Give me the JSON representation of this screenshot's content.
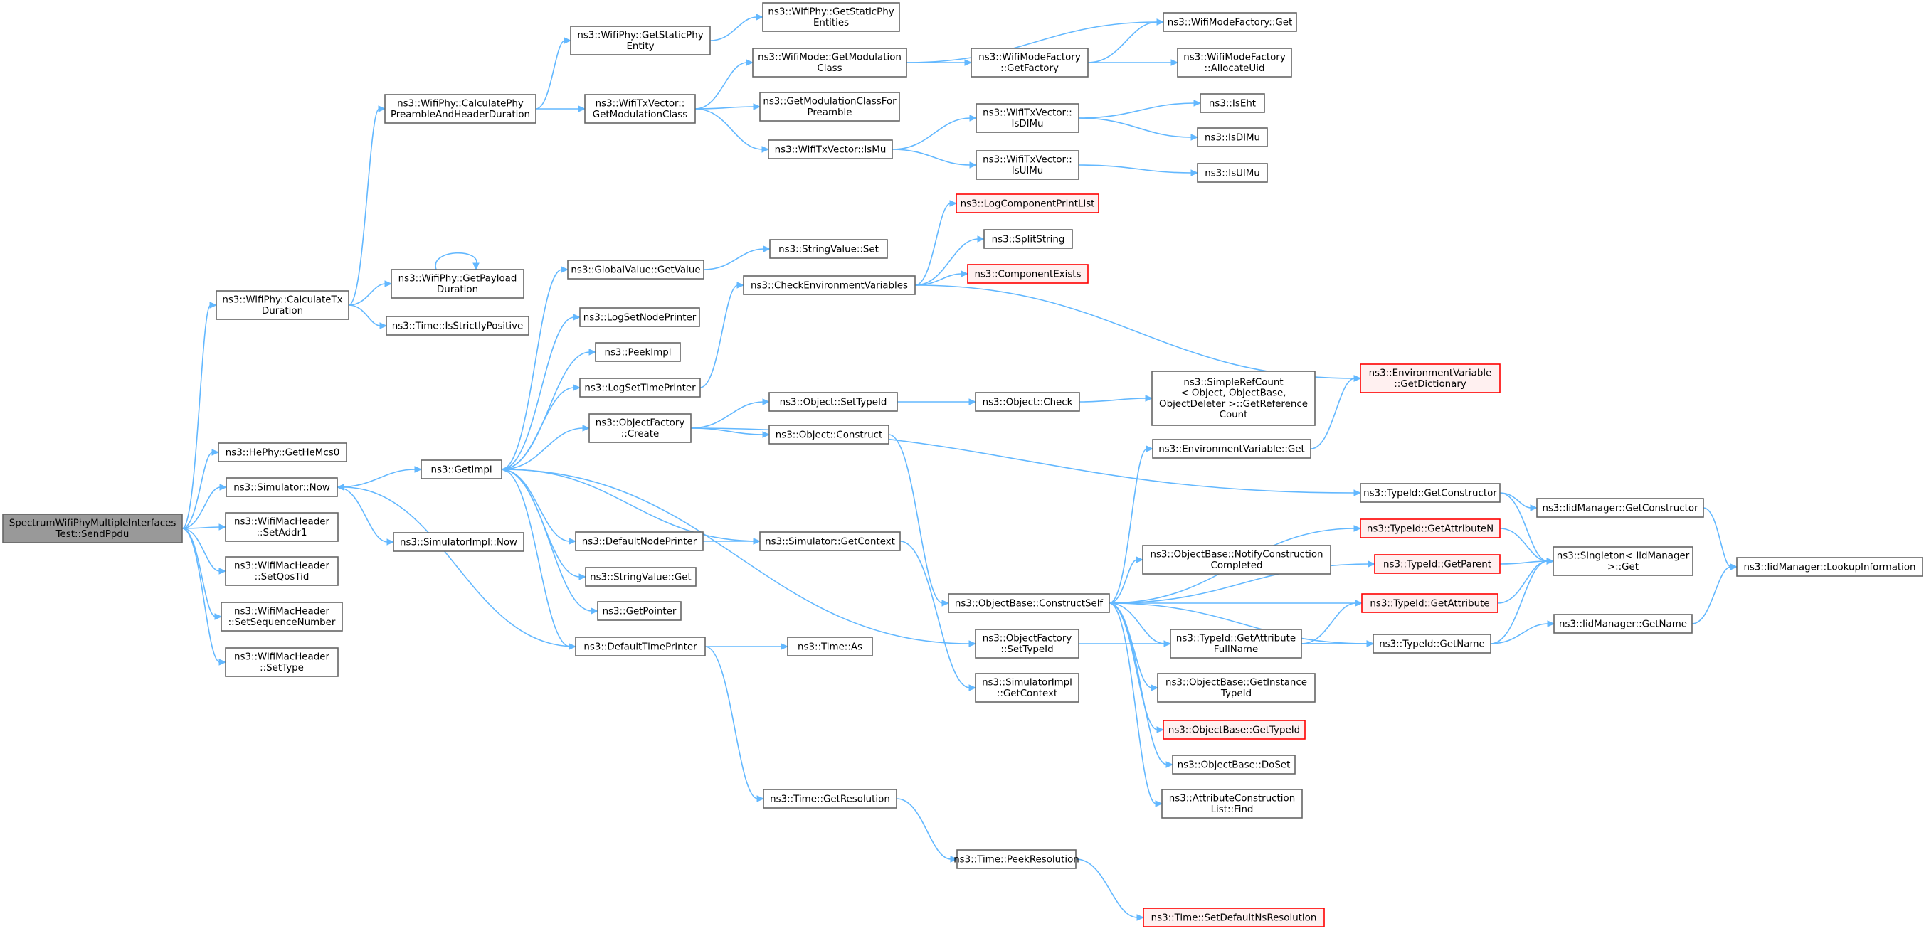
{
  "diagram": {
    "nodes": [
      {
        "id": "root",
        "lines": [
          "SpectrumWifiPhyMultipleInterfaces",
          "Test::SendPpdu"
        ],
        "style": "root"
      },
      {
        "id": "calcTx",
        "lines": [
          "ns3::WifiPhy::CalculateTx",
          "Duration"
        ]
      },
      {
        "id": "calcPre",
        "lines": [
          "ns3::WifiPhy::CalculatePhy",
          "PreambleAndHeaderDuration"
        ]
      },
      {
        "id": "getStaticPhyEnt",
        "lines": [
          "ns3::WifiPhy::GetStaticPhy",
          "Entity"
        ]
      },
      {
        "id": "getStaticPhyEnts",
        "lines": [
          "ns3::WifiPhy::GetStaticPhy",
          "Entities"
        ]
      },
      {
        "id": "txvGetModClass",
        "lines": [
          "ns3::WifiTxVector::",
          "GetModulationClass"
        ]
      },
      {
        "id": "modeGetModClass",
        "lines": [
          "ns3::WifiMode::GetModulation",
          "Class"
        ]
      },
      {
        "id": "getModClassForPre",
        "lines": [
          "ns3::GetModulationClassFor",
          "Preamble"
        ]
      },
      {
        "id": "txvIsMu",
        "lines": [
          "ns3::WifiTxVector::IsMu"
        ]
      },
      {
        "id": "factGetFactory",
        "lines": [
          "ns3::WifiModeFactory",
          "::GetFactory"
        ]
      },
      {
        "id": "factGet",
        "lines": [
          "ns3::WifiModeFactory::Get"
        ]
      },
      {
        "id": "factAlloc",
        "lines": [
          "ns3::WifiModeFactory",
          "::AllocateUid"
        ]
      },
      {
        "id": "txvIsDlMu",
        "lines": [
          "ns3::WifiTxVector::",
          "IsDlMu"
        ]
      },
      {
        "id": "txvIsUlMu",
        "lines": [
          "ns3::WifiTxVector::",
          "IsUlMu"
        ]
      },
      {
        "id": "isEht",
        "lines": [
          "ns3::IsEht"
        ]
      },
      {
        "id": "isDlMu",
        "lines": [
          "ns3::IsDlMu"
        ]
      },
      {
        "id": "isUlMu",
        "lines": [
          "ns3::IsUlMu"
        ]
      },
      {
        "id": "getPayload",
        "lines": [
          "ns3::WifiPhy::GetPayload",
          "Duration"
        ]
      },
      {
        "id": "isStrictPos",
        "lines": [
          "ns3::Time::IsStrictlyPositive"
        ]
      },
      {
        "id": "heMcs",
        "lines": [
          "ns3::HePhy::GetHeMcs0"
        ]
      },
      {
        "id": "simNow",
        "lines": [
          "ns3::Simulator::Now"
        ]
      },
      {
        "id": "setAddr1",
        "lines": [
          "ns3::WifiMacHeader",
          "::SetAddr1"
        ]
      },
      {
        "id": "setQos",
        "lines": [
          "ns3::WifiMacHeader",
          "::SetQosTid"
        ]
      },
      {
        "id": "setSeq",
        "lines": [
          "ns3::WifiMacHeader",
          "::SetSequenceNumber"
        ]
      },
      {
        "id": "setType",
        "lines": [
          "ns3::WifiMacHeader",
          "::SetType"
        ]
      },
      {
        "id": "simImplNow",
        "lines": [
          "ns3::SimulatorImpl::Now"
        ]
      },
      {
        "id": "getImpl",
        "lines": [
          "ns3::GetImpl"
        ]
      },
      {
        "id": "gvGetValue",
        "lines": [
          "ns3::GlobalValue::GetValue"
        ]
      },
      {
        "id": "svSet",
        "lines": [
          "ns3::StringValue::Set"
        ]
      },
      {
        "id": "logSetNode",
        "lines": [
          "ns3::LogSetNodePrinter"
        ]
      },
      {
        "id": "peekImpl",
        "lines": [
          "ns3::PeekImpl"
        ]
      },
      {
        "id": "logSetTime",
        "lines": [
          "ns3::LogSetTimePrinter"
        ]
      },
      {
        "id": "ofCreate",
        "lines": [
          "ns3::ObjectFactory",
          "::Create"
        ]
      },
      {
        "id": "defNodePrinter",
        "lines": [
          "ns3::DefaultNodePrinter"
        ]
      },
      {
        "id": "svGet",
        "lines": [
          "ns3::StringValue::Get"
        ]
      },
      {
        "id": "getPointer",
        "lines": [
          "ns3::GetPointer"
        ]
      },
      {
        "id": "defTimePrinter",
        "lines": [
          "ns3::DefaultTimePrinter"
        ]
      },
      {
        "id": "checkEnv",
        "lines": [
          "ns3::CheckEnvironmentVariables"
        ]
      },
      {
        "id": "logCompPrint",
        "lines": [
          "ns3::LogComponentPrintList"
        ],
        "style": "warn"
      },
      {
        "id": "splitString",
        "lines": [
          "ns3::SplitString"
        ]
      },
      {
        "id": "compExists",
        "lines": [
          "ns3::ComponentExists"
        ],
        "style": "warn"
      },
      {
        "id": "objSetTypeId",
        "lines": [
          "ns3::Object::SetTypeId"
        ]
      },
      {
        "id": "objConstruct",
        "lines": [
          "ns3::Object::Construct"
        ]
      },
      {
        "id": "simGetContext",
        "lines": [
          "ns3::Simulator::GetContext"
        ]
      },
      {
        "id": "timeAs",
        "lines": [
          "ns3::Time::As"
        ]
      },
      {
        "id": "timeGetRes",
        "lines": [
          "ns3::Time::GetResolution"
        ]
      },
      {
        "id": "timePeekRes",
        "lines": [
          "ns3::Time::PeekResolution"
        ]
      },
      {
        "id": "timeSetDefNs",
        "lines": [
          "ns3::Time::SetDefaultNsResolution"
        ],
        "style": "warn"
      },
      {
        "id": "objCheck",
        "lines": [
          "ns3::Object::Check"
        ]
      },
      {
        "id": "simpleRef",
        "lines": [
          "ns3::SimpleRefCount",
          "< Object, ObjectBase,",
          "ObjectDeleter >::GetReference",
          "Count"
        ]
      },
      {
        "id": "obConstructSelf",
        "lines": [
          "ns3::ObjectBase::ConstructSelf"
        ]
      },
      {
        "id": "ofSetTypeId",
        "lines": [
          "ns3::ObjectFactory",
          "::SetTypeId"
        ]
      },
      {
        "id": "simImplGetContext",
        "lines": [
          "ns3::SimulatorImpl",
          "::GetContext"
        ]
      },
      {
        "id": "envGet",
        "lines": [
          "ns3::EnvironmentVariable::Get"
        ]
      },
      {
        "id": "envGetDict",
        "lines": [
          "ns3::EnvironmentVariable",
          "::GetDictionary"
        ],
        "style": "warn"
      },
      {
        "id": "obNotify",
        "lines": [
          "ns3::ObjectBase::NotifyConstruction",
          "Completed"
        ]
      },
      {
        "id": "tidGetAttrFull",
        "lines": [
          "ns3::TypeId::GetAttribute",
          "FullName"
        ]
      },
      {
        "id": "obGetInstTid",
        "lines": [
          "ns3::ObjectBase::GetInstance",
          "TypeId"
        ]
      },
      {
        "id": "obGetTid",
        "lines": [
          "ns3::ObjectBase::GetTypeId"
        ],
        "style": "warn"
      },
      {
        "id": "obDoSet",
        "lines": [
          "ns3::ObjectBase::DoSet"
        ]
      },
      {
        "id": "acFind",
        "lines": [
          "ns3::AttributeConstruction",
          "List::Find"
        ]
      },
      {
        "id": "tidGetCtor",
        "lines": [
          "ns3::TypeId::GetConstructor"
        ]
      },
      {
        "id": "tidGetAttrN",
        "lines": [
          "ns3::TypeId::GetAttributeN"
        ],
        "style": "warn"
      },
      {
        "id": "tidGetParent",
        "lines": [
          "ns3::TypeId::GetParent"
        ],
        "style": "warn"
      },
      {
        "id": "tidGetAttr",
        "lines": [
          "ns3::TypeId::GetAttribute"
        ],
        "style": "warn"
      },
      {
        "id": "tidGetName",
        "lines": [
          "ns3::TypeId::GetName"
        ]
      },
      {
        "id": "iidGetCtor",
        "lines": [
          "ns3::IidManager::GetConstructor"
        ]
      },
      {
        "id": "singletonGet",
        "lines": [
          "ns3::Singleton< IidManager",
          ">::Get"
        ]
      },
      {
        "id": "iidGetName",
        "lines": [
          "ns3::IidManager::GetName"
        ]
      },
      {
        "id": "iidLookup",
        "lines": [
          "ns3::IidManager::LookupInformation"
        ]
      }
    ],
    "edges": [
      [
        "root",
        "calcTx"
      ],
      [
        "root",
        "heMcs"
      ],
      [
        "root",
        "simNow"
      ],
      [
        "root",
        "setAddr1"
      ],
      [
        "root",
        "setQos"
      ],
      [
        "root",
        "setSeq"
      ],
      [
        "root",
        "setType"
      ],
      [
        "calcTx",
        "calcPre"
      ],
      [
        "calcTx",
        "getPayload"
      ],
      [
        "calcTx",
        "isStrictPos"
      ],
      [
        "getPayload",
        "getPayload"
      ],
      [
        "calcPre",
        "getStaticPhyEnt"
      ],
      [
        "calcPre",
        "txvGetModClass"
      ],
      [
        "getStaticPhyEnt",
        "getStaticPhyEnts"
      ],
      [
        "txvGetModClass",
        "modeGetModClass"
      ],
      [
        "txvGetModClass",
        "getModClassForPre"
      ],
      [
        "txvGetModClass",
        "txvIsMu"
      ],
      [
        "modeGetModClass",
        "factGetFactory"
      ],
      [
        "modeGetModClass",
        "factGet"
      ],
      [
        "factGetFactory",
        "factGet"
      ],
      [
        "factGetFactory",
        "factAlloc"
      ],
      [
        "txvIsMu",
        "txvIsDlMu"
      ],
      [
        "txvIsMu",
        "txvIsUlMu"
      ],
      [
        "txvIsDlMu",
        "isEht"
      ],
      [
        "txvIsDlMu",
        "isDlMu"
      ],
      [
        "txvIsUlMu",
        "isUlMu"
      ],
      [
        "simNow",
        "getImpl"
      ],
      [
        "simNow",
        "simImplNow"
      ],
      [
        "getImpl",
        "gvGetValue"
      ],
      [
        "getImpl",
        "logSetNode"
      ],
      [
        "getImpl",
        "peekImpl"
      ],
      [
        "getImpl",
        "logSetTime"
      ],
      [
        "getImpl",
        "ofCreate"
      ],
      [
        "getImpl",
        "defNodePrinter"
      ],
      [
        "getImpl",
        "svGet"
      ],
      [
        "getImpl",
        "getPointer"
      ],
      [
        "getImpl",
        "defTimePrinter"
      ],
      [
        "getImpl",
        "ofSetTypeId"
      ],
      [
        "gvGetValue",
        "svSet"
      ],
      [
        "logSetTime",
        "checkEnv"
      ],
      [
        "checkEnv",
        "logCompPrint"
      ],
      [
        "checkEnv",
        "splitString"
      ],
      [
        "checkEnv",
        "compExists"
      ],
      [
        "checkEnv",
        "envGetDict"
      ],
      [
        "ofCreate",
        "objSetTypeId"
      ],
      [
        "ofCreate",
        "objConstruct"
      ],
      [
        "ofCreate",
        "tidGetCtor"
      ],
      [
        "defNodePrinter",
        "simGetContext"
      ],
      [
        "simGetContext",
        "getImpl"
      ],
      [
        "simGetContext",
        "simImplGetContext"
      ],
      [
        "defTimePrinter",
        "simNow"
      ],
      [
        "defTimePrinter",
        "timeAs"
      ],
      [
        "defTimePrinter",
        "timeGetRes"
      ],
      [
        "timeGetRes",
        "timePeekRes"
      ],
      [
        "timePeekRes",
        "timeSetDefNs"
      ],
      [
        "objSetTypeId",
        "objCheck"
      ],
      [
        "objCheck",
        "simpleRef"
      ],
      [
        "objConstruct",
        "obConstructSelf"
      ],
      [
        "obConstructSelf",
        "envGet"
      ],
      [
        "obConstructSelf",
        "obNotify"
      ],
      [
        "obConstructSelf",
        "tidGetAttrFull"
      ],
      [
        "obConstructSelf",
        "obGetInstTid"
      ],
      [
        "obConstructSelf",
        "obGetTid"
      ],
      [
        "obConstructSelf",
        "obDoSet"
      ],
      [
        "obConstructSelf",
        "acFind"
      ],
      [
        "obConstructSelf",
        "tidGetAttrN"
      ],
      [
        "obConstructSelf",
        "tidGetParent"
      ],
      [
        "obConstructSelf",
        "tidGetAttr"
      ],
      [
        "obConstructSelf",
        "tidGetName"
      ],
      [
        "envGet",
        "envGetDict"
      ],
      [
        "ofSetTypeId",
        "tidGetName"
      ],
      [
        "tidGetAttrFull",
        "tidGetName"
      ],
      [
        "tidGetAttrFull",
        "tidGetAttr"
      ],
      [
        "tidGetCtor",
        "iidGetCtor"
      ],
      [
        "tidGetCtor",
        "singletonGet"
      ],
      [
        "iidGetCtor",
        "iidLookup"
      ],
      [
        "tidGetAttrN",
        "singletonGet"
      ],
      [
        "tidGetParent",
        "singletonGet"
      ],
      [
        "tidGetAttr",
        "singletonGet"
      ],
      [
        "tidGetName",
        "singletonGet"
      ],
      [
        "tidGetName",
        "iidGetName"
      ],
      [
        "iidGetName",
        "iidLookup"
      ]
    ]
  }
}
